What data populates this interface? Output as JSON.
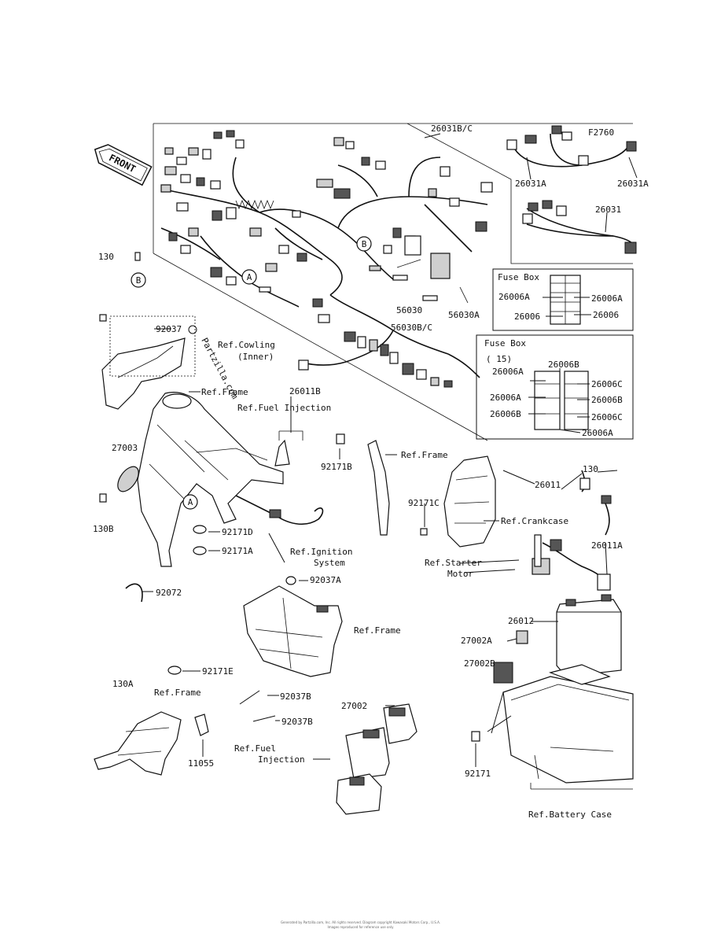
{
  "front_arrow": "FRONT",
  "watermark": "Partzilla.com",
  "labels": {
    "p26031BC": "26031B/C",
    "pF2760": "F2760",
    "p26031A_1": "26031A",
    "p26031A_2": "26031A",
    "p26031": "26031",
    "p130_top": "130",
    "circleB": "B",
    "circleB2": "B",
    "circleA": "A",
    "circleA2": "A",
    "p92037": "92037",
    "refCowling1": "Ref.Cowling",
    "refCowling2": "(Inner)",
    "refFrame1": "Ref.Frame",
    "p26011B": "26011B",
    "refFuelInj1": "Ref.Fuel Injection",
    "p56030": "56030",
    "p56030A": "56030A",
    "p56030BC": "56030B/C",
    "p27003": "27003",
    "p130B": "130B",
    "p92171B": "92171B",
    "refFrame2": "Ref.Frame",
    "p92171C": "92171C",
    "p26011": "26011",
    "p130_right": "130",
    "refCrankcase": "Ref.Crankcase",
    "p92171D": "92171D",
    "p92171A": "92171A",
    "refIgnition1": "Ref.Ignition",
    "refIgnition2": "System",
    "p26011A": "26011A",
    "refStarter1": "Ref.Starter",
    "refStarter2": "Motor",
    "p92072": "92072",
    "p92037A": "92037A",
    "refFrame3": "Ref.Frame",
    "p26012": "26012",
    "p27002A": "27002A",
    "p27002B": "27002B",
    "p92171E": "92171E",
    "p130A": "130A",
    "refFrame4": "Ref.Frame",
    "p92037B_1": "92037B",
    "p92037B_2": "92037B",
    "p27002": "27002",
    "refFuelInj2a": "Ref.Fuel",
    "refFuelInj2b": "Injection",
    "p11055": "11055",
    "p92171": "92171",
    "refBattery": "Ref.Battery Case"
  },
  "fusebox1": {
    "title": "Fuse Box",
    "left_a": "26006A",
    "left_b": "26006",
    "right_a": "26006A",
    "right_b": "26006"
  },
  "fusebox2": {
    "title": "Fuse Box",
    "sub": "( 15)",
    "l1": "26006A",
    "l2": "26006A",
    "l3": "26006B",
    "t1": "26006B",
    "r1": "26006C",
    "r2": "26006B",
    "r3": "26006C",
    "bottom": "26006A"
  },
  "footer": {
    "line1": "Generated by Partzilla.com, Inc. All rights reserved. Diagram copyright Kawasaki Motors Corp., U.S.A.",
    "line2": "Images reproduced for reference use only"
  }
}
